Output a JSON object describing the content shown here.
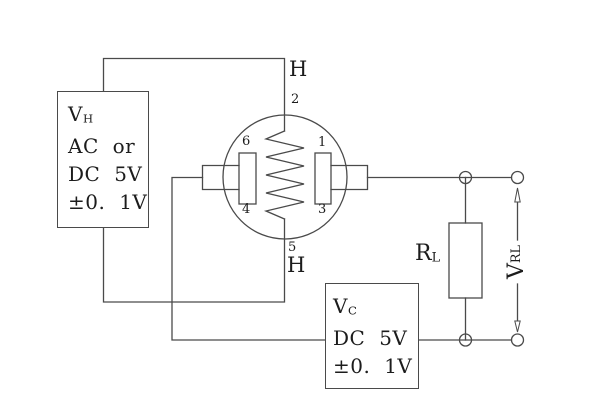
{
  "diagram": {
    "kind": "gas-sensor test circuit schematic",
    "background": "#ffffff",
    "line_color": "#4a4a4a",
    "text_color": "#1c1c1c"
  },
  "heater_supply": {
    "title_main": "V",
    "title_sub": "H",
    "line2": "AC or",
    "line3": "DC 5V",
    "line4": "±0. 1V"
  },
  "circuit_supply": {
    "title_main": "V",
    "title_sub": "C",
    "line2": "DC 5V",
    "line3": "±0. 1V"
  },
  "sensor": {
    "top_heater_label": "H",
    "top_pin": "2",
    "left_top_pin": "6",
    "left_bottom_pin": "4",
    "right_top_pin": "1",
    "right_bottom_pin": "3",
    "bottom_pin": "5",
    "bottom_heater_label": "H"
  },
  "load_resistor": {
    "label_main": "R",
    "label_sub": "L"
  },
  "output_voltage": {
    "label_main": "V",
    "label_sub": "RL"
  }
}
